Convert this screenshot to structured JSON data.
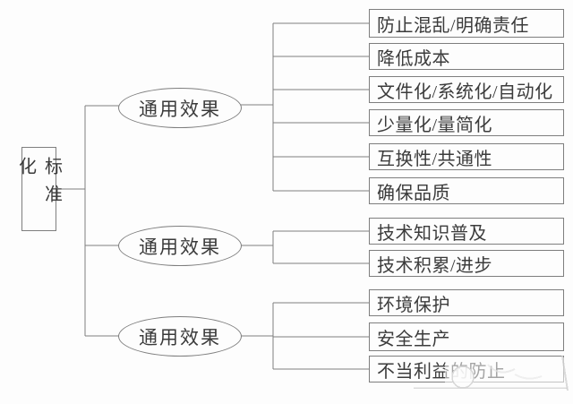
{
  "diagram": {
    "root": {
      "label": "标准化"
    },
    "groups": [
      {
        "effect": "通用效果",
        "items": [
          "防止混乱/明确责任",
          "降低成本",
          "文件化/系统化/自动化",
          "少量化/量简化",
          "互换性/共通性",
          "确保品质"
        ]
      },
      {
        "effect": "通用效果",
        "items": [
          "技术知识普及",
          "技术积累/进步"
        ]
      },
      {
        "effect": "通用效果",
        "items": [
          "环境保护",
          "安全生产",
          "不当利益的防止"
        ]
      }
    ]
  },
  "colors": {
    "line": "#7e7e7e",
    "text": "#3b3b3b",
    "background": "#fdfdfd"
  }
}
